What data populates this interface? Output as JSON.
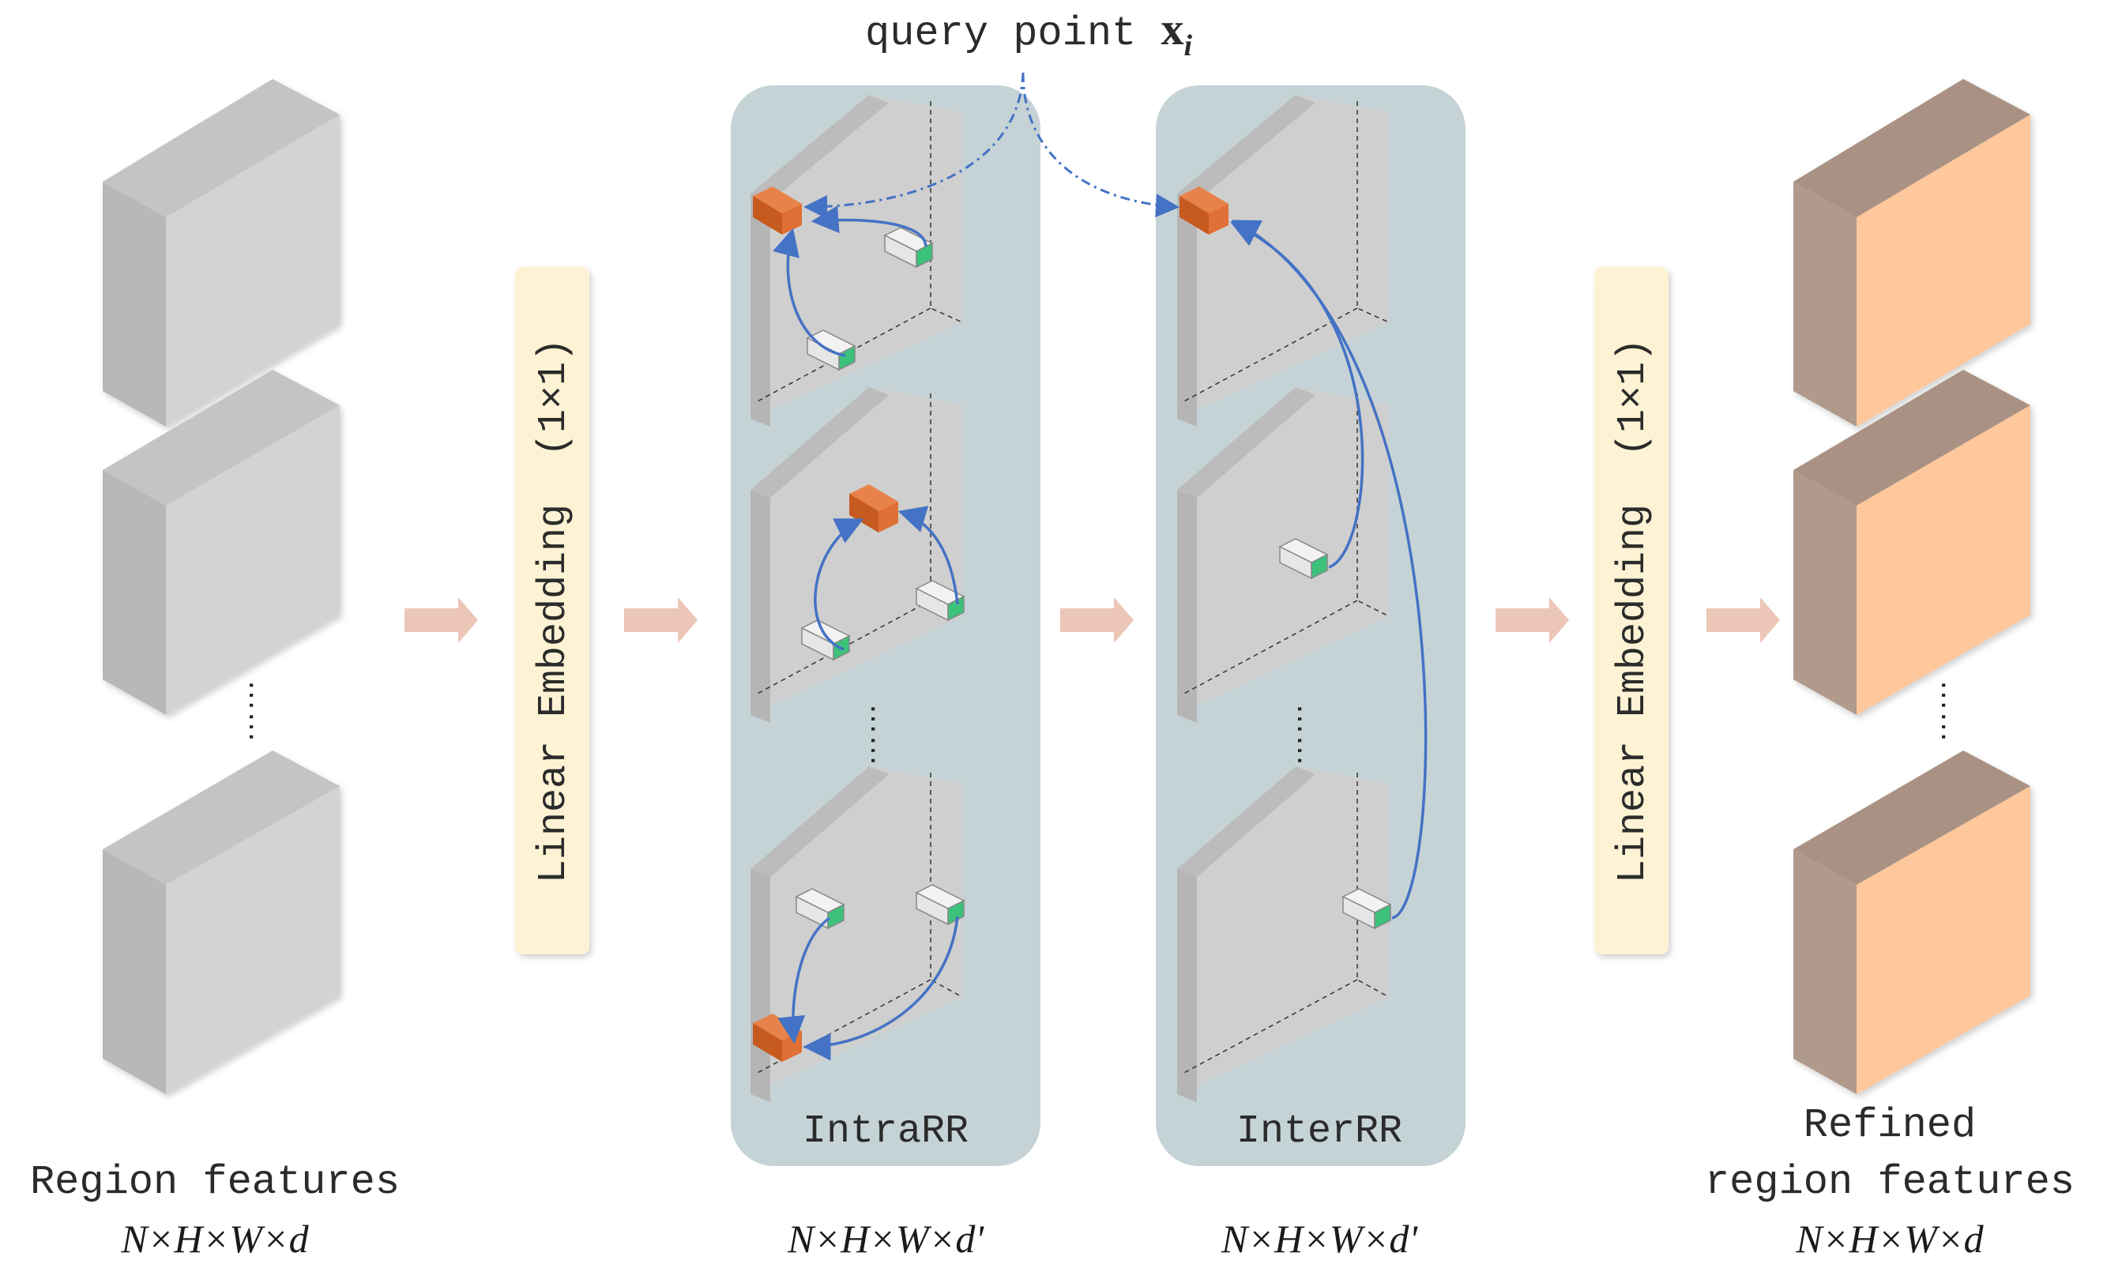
{
  "query": {
    "text": "query point ",
    "symbol": "x",
    "subscript": "i"
  },
  "input": {
    "label": "Region features",
    "dims": "N×H×W×d"
  },
  "embedding_in": {
    "label": "Linear Embedding  (1×1)"
  },
  "intra": {
    "label": "IntraRR",
    "dims": "N×H×W×d'"
  },
  "inter": {
    "label": "InterRR",
    "dims": "N×H×W×d'"
  },
  "embedding_out": {
    "label": "Linear Embedding  (1×1)"
  },
  "output": {
    "label_line1": "Refined",
    "label_line2": "region features",
    "dims": "N×H×W×d"
  },
  "colors": {
    "gray_front": "#d3d3d3",
    "gray_side": "#bdbdbd",
    "gray_top": "#c9c9c9",
    "orange_front": "#fec79c",
    "orange_side": "#b09a8b",
    "panel": "#c5d3d6",
    "embed_box": "#fdf3d4",
    "arrow_fill": "#ecc6b6",
    "link_blue": "#4472c4",
    "query_cube": "#d96a2c",
    "key_marker": "#3cc27a"
  }
}
